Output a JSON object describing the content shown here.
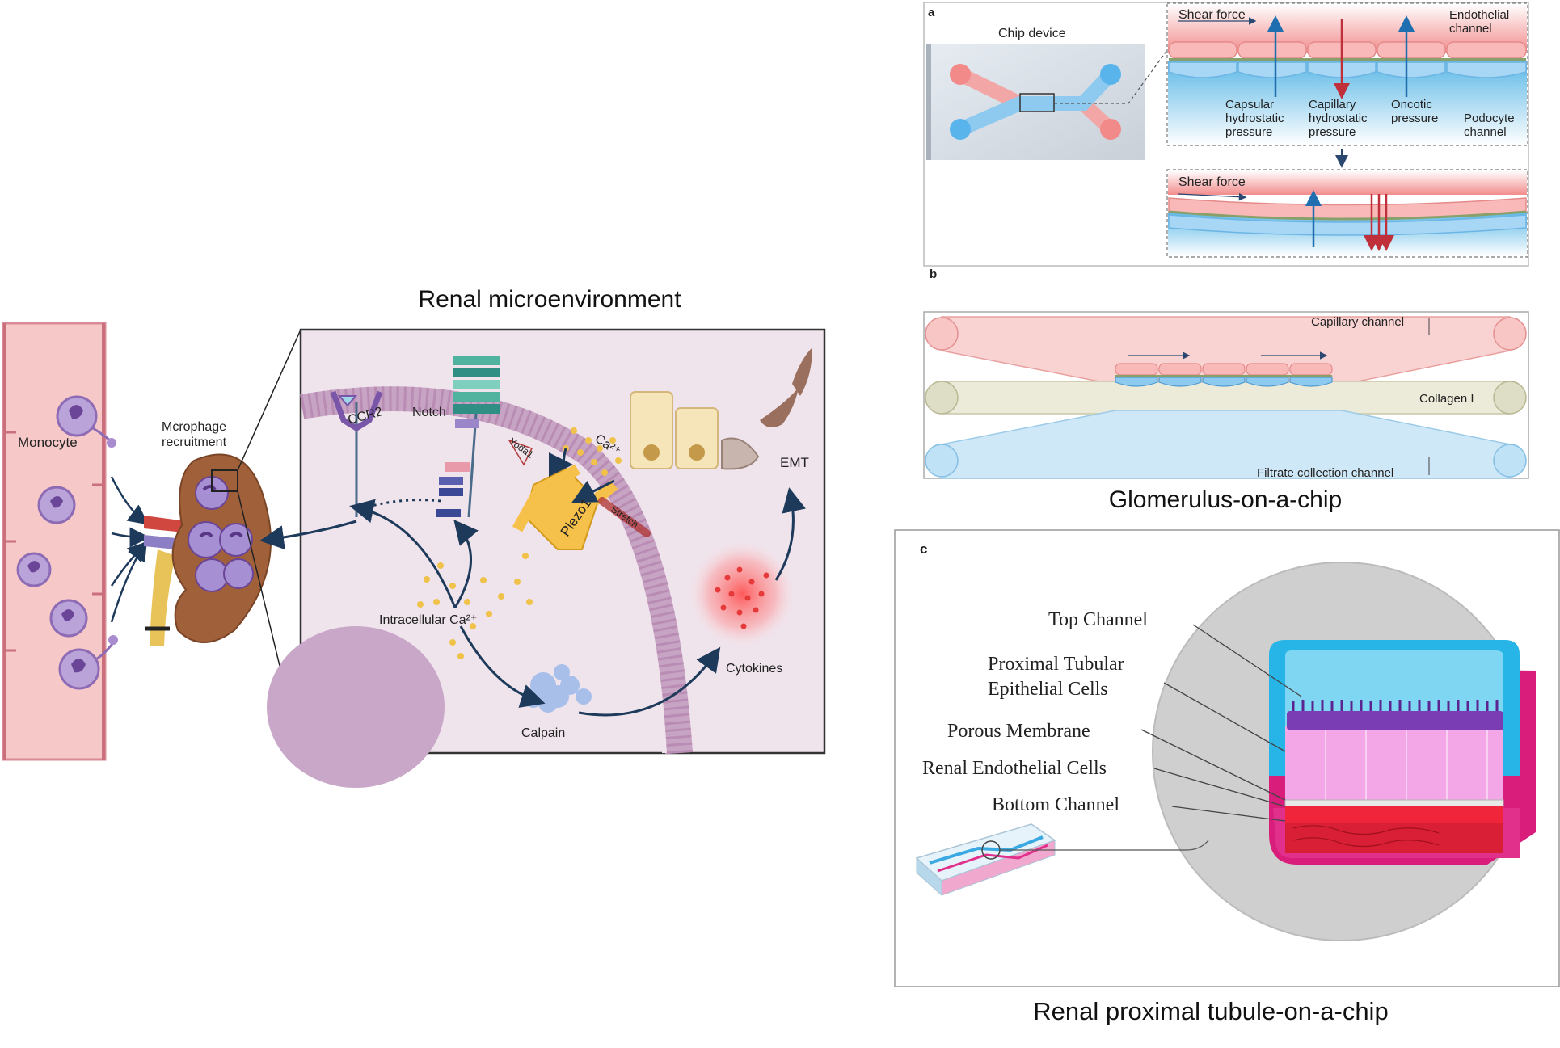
{
  "left_panel": {
    "title": "Renal microenvironment",
    "monocyte": "Monocyte",
    "recruitment_line1": "Mcrophage",
    "recruitment_line2": "recruitment",
    "ccr2": "CCR2",
    "notch": "Notch",
    "yoda1": "Yoda1",
    "ca": "Ca²⁺",
    "piezo1": "Piezo1",
    "stretch": "Stretch",
    "emt": "EMT",
    "intracellular": "Intracellular Ca²⁺",
    "calpain": "Calpain",
    "cytokines": "Cytokines"
  },
  "panel_a": {
    "letter": "a",
    "chip_device": "Chip device",
    "shear_force": "Shear force",
    "endothelial_line1": "Endothelial",
    "endothelial_line2": "channel",
    "capsular": [
      "Capsular",
      "hydrostatic",
      "pressure"
    ],
    "capillary": [
      "Capillary",
      "hydrostatic",
      "pressure"
    ],
    "oncotic": [
      "Oncotic",
      "pressure"
    ],
    "podocyte": [
      "Podocyte",
      "channel"
    ],
    "shear_force_2": "Shear force"
  },
  "panel_b": {
    "letter": "b",
    "capillary_channel": "Capillary channel",
    "collagen": "Collagen I",
    "filtrate": "Filtrate collection channel",
    "caption": "Glomerulus-on-a-chip"
  },
  "panel_c": {
    "letter": "c",
    "top_channel": "Top Channel",
    "proximal_line1": "Proximal Tubular",
    "proximal_line2": "Epithelial Cells",
    "porous": "Porous Membrane",
    "renal_endo": "Renal Endothelial Cells",
    "bottom_channel": "Bottom Channel",
    "caption": "Renal proximal tubule-on-a-chip"
  },
  "colors": {
    "vessel": "#f7c8c8",
    "vessel_border": "#d98a94",
    "monocyte": "#8d6bb5",
    "kidney": "#a0603a",
    "inset_bg": "#efe3ec",
    "membrane": "#b98cb4",
    "blue_channel": "#bfe4f5",
    "red_channel": "#f9d2d2",
    "collagen": "#ecebd9",
    "cyan": "#26b5e6",
    "magenta": "#e0308c"
  }
}
